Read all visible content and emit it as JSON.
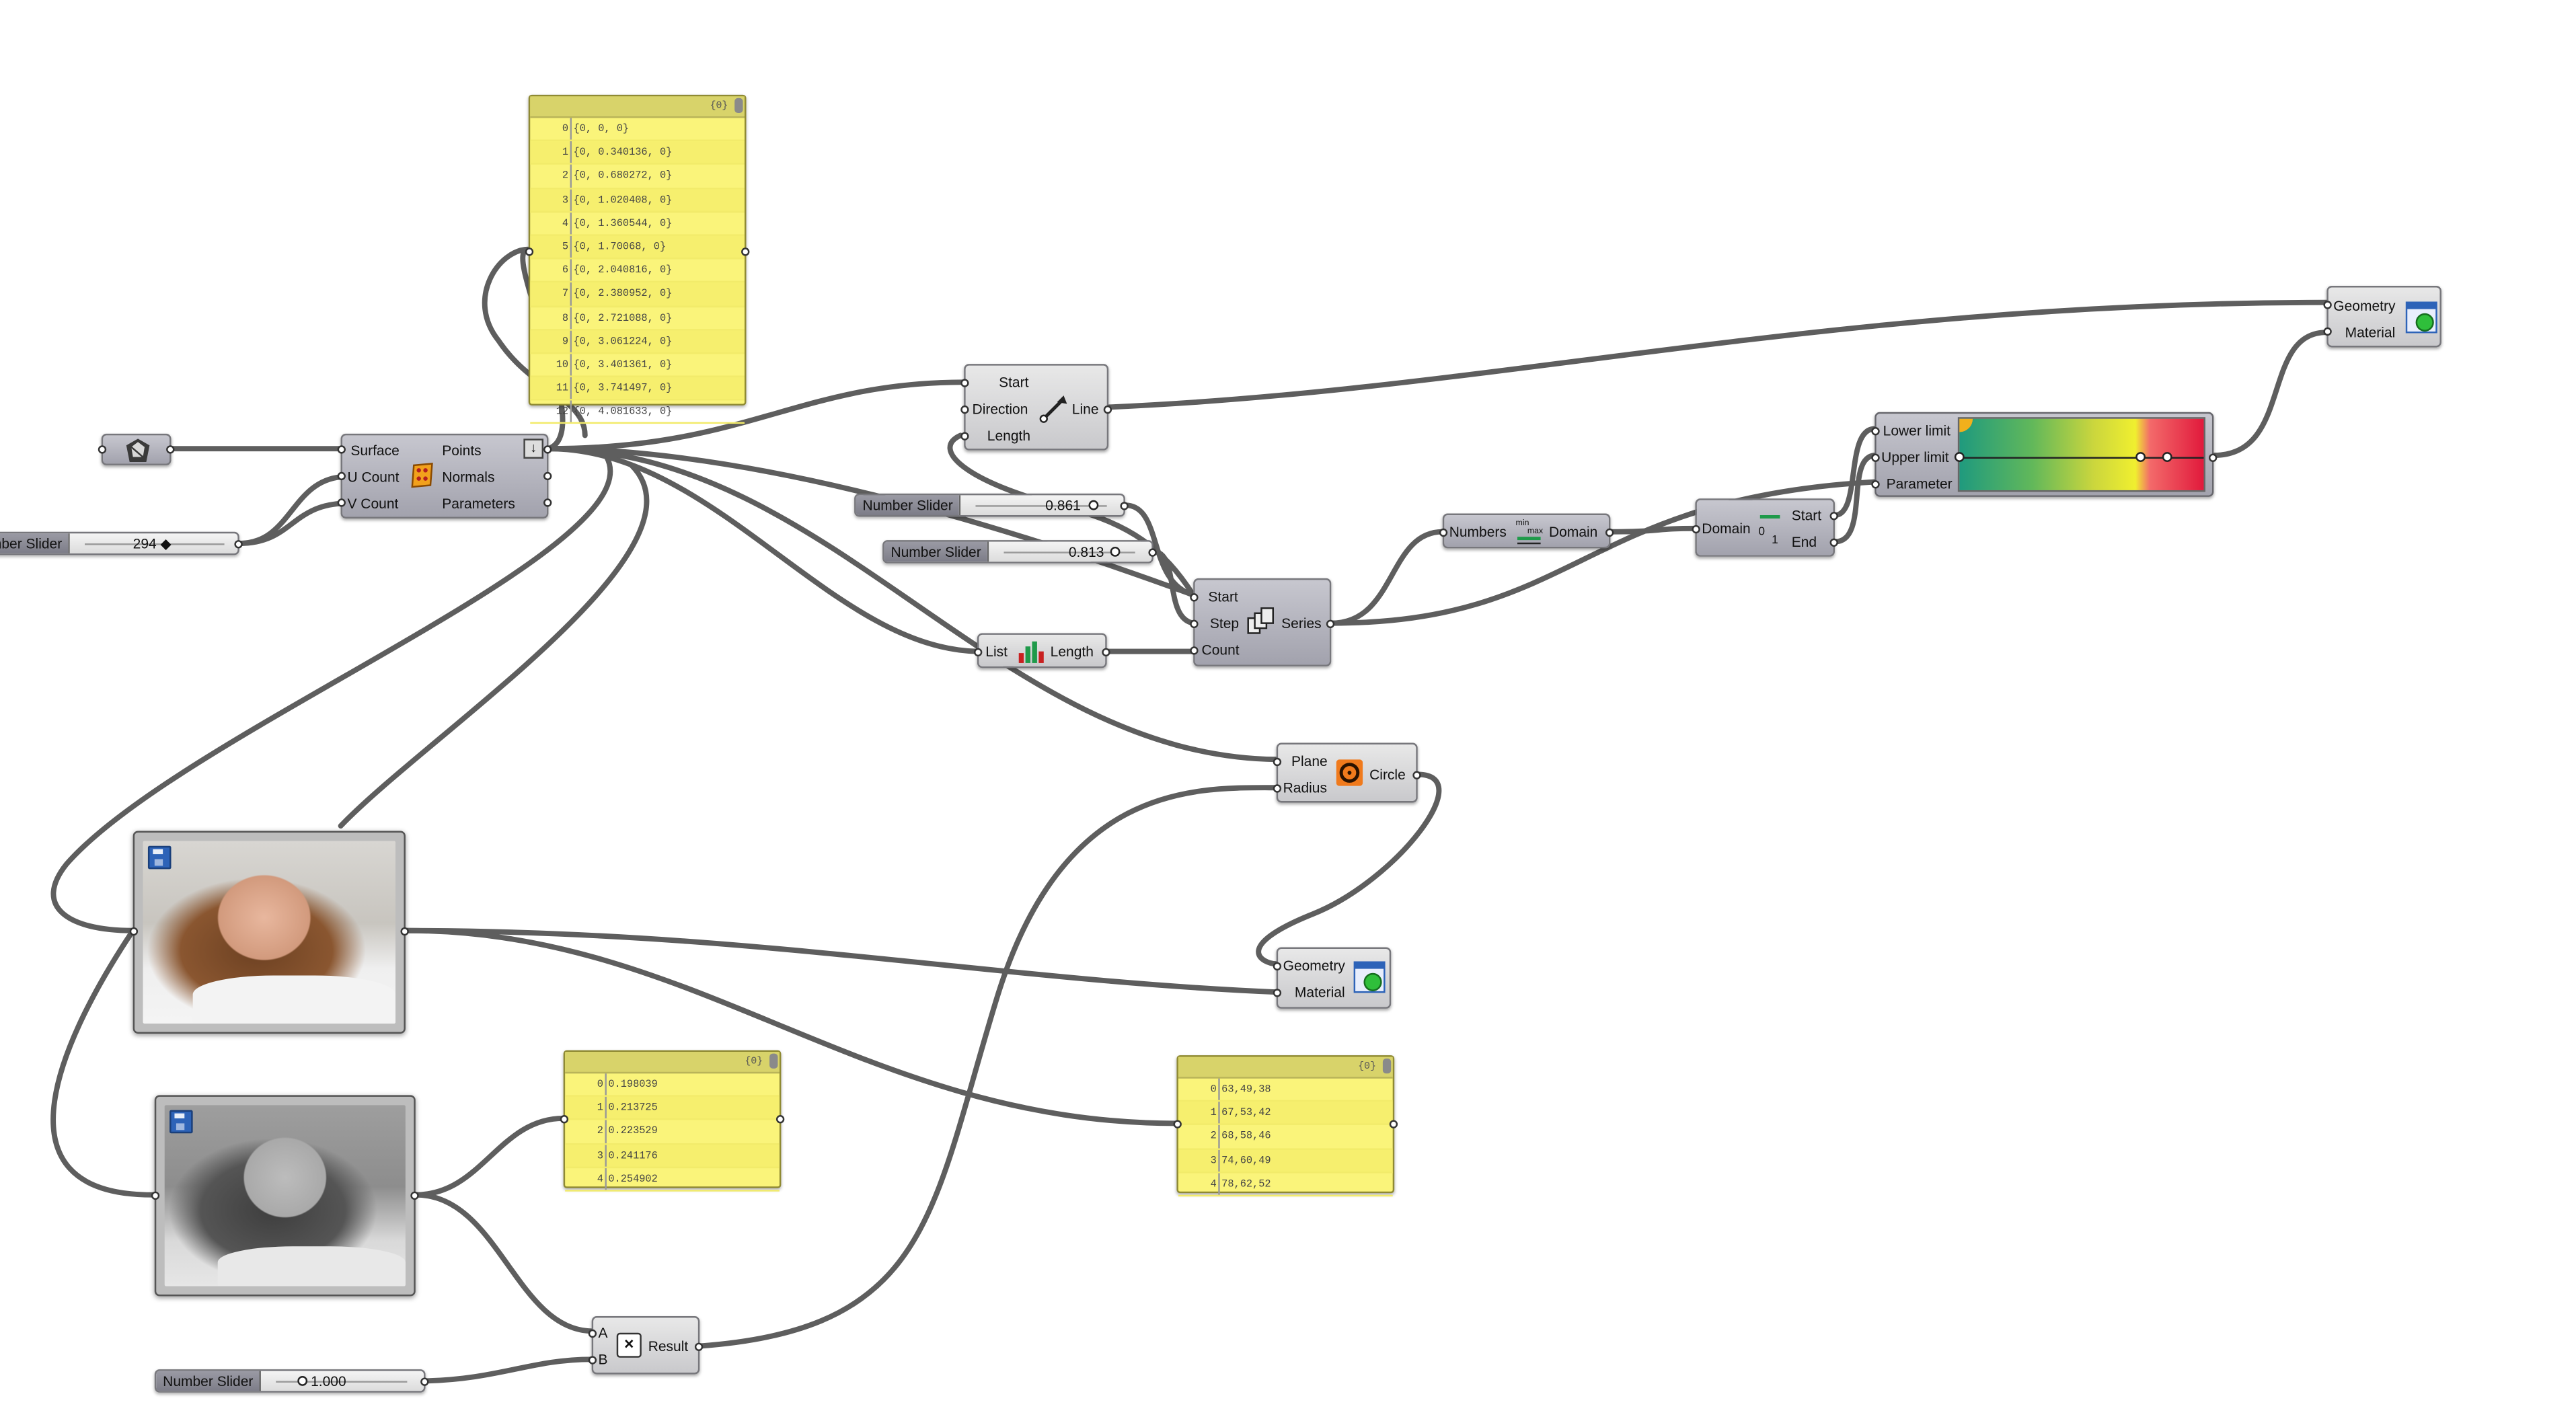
{
  "colors": {
    "panel": "#faf47a",
    "wire": "#5e5e5e",
    "component": "#c9c9cc",
    "gradient": [
      "#1f9a7e",
      "#cbd63d",
      "#f0ef2f",
      "#e11a3c"
    ]
  },
  "points_panel": {
    "count": "{0}",
    "rows": [
      {
        "i": "0",
        "v": "{0, 0, 0}"
      },
      {
        "i": "1",
        "v": "{0, 0.340136, 0}"
      },
      {
        "i": "2",
        "v": "{0, 0.680272, 0}"
      },
      {
        "i": "3",
        "v": "{0, 1.020408, 0}"
      },
      {
        "i": "4",
        "v": "{0, 1.360544, 0}"
      },
      {
        "i": "5",
        "v": "{0, 1.70068, 0}"
      },
      {
        "i": "6",
        "v": "{0, 2.040816, 0}"
      },
      {
        "i": "7",
        "v": "{0, 2.380952, 0}"
      },
      {
        "i": "8",
        "v": "{0, 2.721088, 0}"
      },
      {
        "i": "9",
        "v": "{0, 3.061224, 0}"
      },
      {
        "i": "10",
        "v": "{0, 3.401361, 0}"
      },
      {
        "i": "11",
        "v": "{0, 3.741497, 0}"
      },
      {
        "i": "12",
        "v": "{0, 4.081633, 0}"
      }
    ]
  },
  "values_panel": {
    "count": "{0}",
    "rows": [
      {
        "i": "0",
        "v": "0.198039"
      },
      {
        "i": "1",
        "v": "0.213725"
      },
      {
        "i": "2",
        "v": "0.223529"
      },
      {
        "i": "3",
        "v": "0.241176"
      },
      {
        "i": "4",
        "v": "0.254902"
      }
    ]
  },
  "colors_panel": {
    "count": "{0}",
    "rows": [
      {
        "i": "0",
        "v": "63,49,38"
      },
      {
        "i": "1",
        "v": "67,53,42"
      },
      {
        "i": "2",
        "v": "68,58,46"
      },
      {
        "i": "3",
        "v": "74,60,49"
      },
      {
        "i": "4",
        "v": "78,62,52"
      }
    ]
  },
  "divide": {
    "in": [
      "Surface",
      "U Count",
      "V Count"
    ],
    "out": [
      "Points",
      "Normals",
      "Parameters"
    ]
  },
  "line": {
    "in": [
      "Start",
      "Direction",
      "Length"
    ],
    "out": "Line"
  },
  "series": {
    "in": [
      "Start",
      "Step",
      "Count"
    ],
    "out": "Series"
  },
  "list_length": {
    "in": "List",
    "out": "Length"
  },
  "bounds": {
    "in": "Numbers",
    "out": "Domain"
  },
  "deconstruct": {
    "in": "Domain",
    "out": [
      "Start",
      "End"
    ]
  },
  "gradient": {
    "in": [
      "Lower limit",
      "Upper limit",
      "Parameter"
    ]
  },
  "preview_top": {
    "in": [
      "Geometry",
      "Material"
    ]
  },
  "preview_mid": {
    "in": [
      "Geometry",
      "Material"
    ]
  },
  "circle": {
    "in": [
      "Plane",
      "Radius"
    ],
    "out": "Circle"
  },
  "multiply": {
    "in": [
      "A",
      "B"
    ],
    "out": "Result"
  },
  "sliders": {
    "uv": {
      "name": "Number Slider",
      "value": "294 ◆",
      "fraction": 0.55
    },
    "s1": {
      "name": "Number Slider",
      "value": "0.861",
      "fraction": 0.86
    },
    "s2": {
      "name": "Number Slider",
      "value": "0.813",
      "fraction": 0.81
    },
    "s3": {
      "name": "Number Slider",
      "value": "1.000",
      "fraction": 0.0
    }
  },
  "icons": [
    "surface-param-icon",
    "divide-surface-icon",
    "line-sdl-icon",
    "series-icon",
    "list-length-icon",
    "bounds-icon",
    "deconstruct-domain-icon",
    "preview-icon",
    "circle-icon",
    "multiply-icon",
    "save-icon"
  ]
}
